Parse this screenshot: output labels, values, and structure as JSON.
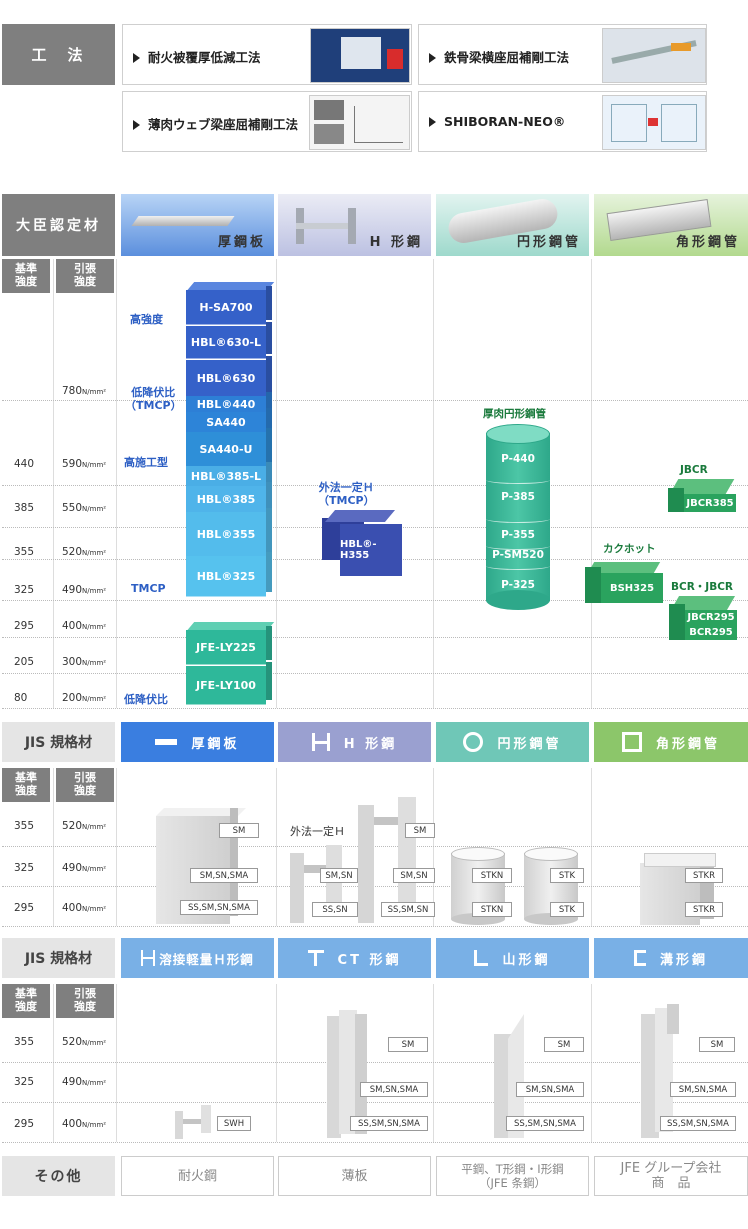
{
  "koho": {
    "label": "工　法",
    "items": [
      "耐火被覆厚低減工法",
      "鉄骨梁横座屈補剛工法",
      "薄肉ウェブ梁座屈補剛工法",
      "SHIBORAN-NEO®"
    ]
  },
  "daijin": {
    "label": "大臣認定材",
    "columns": [
      "厚鋼板",
      "H 形鋼",
      "円形鋼管",
      "角形鋼管"
    ],
    "left_header_1": "基準\n強度",
    "left_header_2": "引張\n強度",
    "rows": [
      {
        "base": "",
        "tensile": "780",
        "unit": "N/mm²"
      },
      {
        "base": "440",
        "tensile": "590",
        "unit": "N/mm²"
      },
      {
        "base": "385",
        "tensile": "550",
        "unit": "N/mm²"
      },
      {
        "base": "355",
        "tensile": "520",
        "unit": "N/mm²"
      },
      {
        "base": "325",
        "tensile": "490",
        "unit": "N/mm²"
      },
      {
        "base": "295",
        "tensile": "400",
        "unit": "N/mm²"
      },
      {
        "base": "205",
        "tensile": "300",
        "unit": "N/mm²"
      },
      {
        "base": "80",
        "tensile": "200",
        "unit": "N/mm²"
      }
    ],
    "plate_tags": [
      "高強度",
      "低降伏比\n（TMCP）",
      "高施工型",
      "TMCP",
      "低降伏比"
    ],
    "plate_blocks": [
      "H-SA700",
      "HBL®630-L",
      "HBL®630",
      "HBL®440",
      "SA440",
      "SA440-U",
      "HBL®385-L",
      "HBL®385",
      "HBL®355",
      "HBL®325",
      "JFE-LY225",
      "JFE-LY100"
    ],
    "h_tag": "外法一定Ｈ\n（TMCP）",
    "h_block": "HBL®-H355",
    "pipe_tag": "厚肉円形鋼管",
    "pipe_blocks": [
      "P-440",
      "P-385",
      "P-355",
      "P-SM520",
      "P-325"
    ],
    "sq_tags": [
      "JBCR",
      "カクホット",
      "BCR・JBCR"
    ],
    "sq_blocks": [
      "JBCR385",
      "BSH325",
      "JBCR295",
      "BCR295"
    ]
  },
  "jis1": {
    "label": "JIS 規格材",
    "columns": [
      "厚鋼板",
      "H 形鋼",
      "円形鋼管",
      "角形鋼管"
    ],
    "rows": [
      {
        "base": "355",
        "tensile": "520",
        "unit": "N/mm²"
      },
      {
        "base": "325",
        "tensile": "490",
        "unit": "N/mm²"
      },
      {
        "base": "295",
        "tensile": "400",
        "unit": "N/mm²"
      }
    ],
    "plate_labels": [
      "SM",
      "SM,SN,SMA",
      "SS,SM,SN,SMA"
    ],
    "h_tag": "外法一定Ｈ",
    "h_labels": [
      "SM,SN",
      "SS,SN",
      "SM",
      "SM,SN",
      "SS,SM,SN"
    ],
    "pipe_labels": [
      "STKN",
      "STK",
      "STKN",
      "STK"
    ],
    "sq_labels": [
      "STKR",
      "STKR"
    ]
  },
  "jis2": {
    "label": "JIS 規格材",
    "columns": [
      "溶接軽量Ｈ形鋼",
      "CT 形鋼",
      "山形鋼",
      "溝形鋼"
    ],
    "rows": [
      {
        "base": "355",
        "tensile": "520",
        "unit": "N/mm²"
      },
      {
        "base": "325",
        "tensile": "490",
        "unit": "N/mm²"
      },
      {
        "base": "295",
        "tensile": "400",
        "unit": "N/mm²"
      }
    ],
    "lh_labels": [
      "SWH"
    ],
    "ct_labels": [
      "SM",
      "SM,SN,SMA",
      "SS,SM,SN,SMA"
    ],
    "angle_labels": [
      "SM",
      "SM,SN,SMA",
      "SS,SM,SN,SMA"
    ],
    "channel_labels": [
      "SM",
      "SM,SN,SMA",
      "SS,SM,SN,SMA"
    ]
  },
  "others": {
    "label": "その他",
    "items": [
      "耐火鋼",
      "薄板",
      "平鋼、T形鋼・I形鋼\n（JFE 条鋼）",
      "JFE グループ会社\n商　品"
    ]
  },
  "colors": {
    "plate_blue": "#3a6fd6",
    "h_purple": "#8e96c8",
    "pipe_teal": "#6fc7b7",
    "sq_green": "#8cc66a",
    "jis2_blue": "#79b0e6"
  }
}
